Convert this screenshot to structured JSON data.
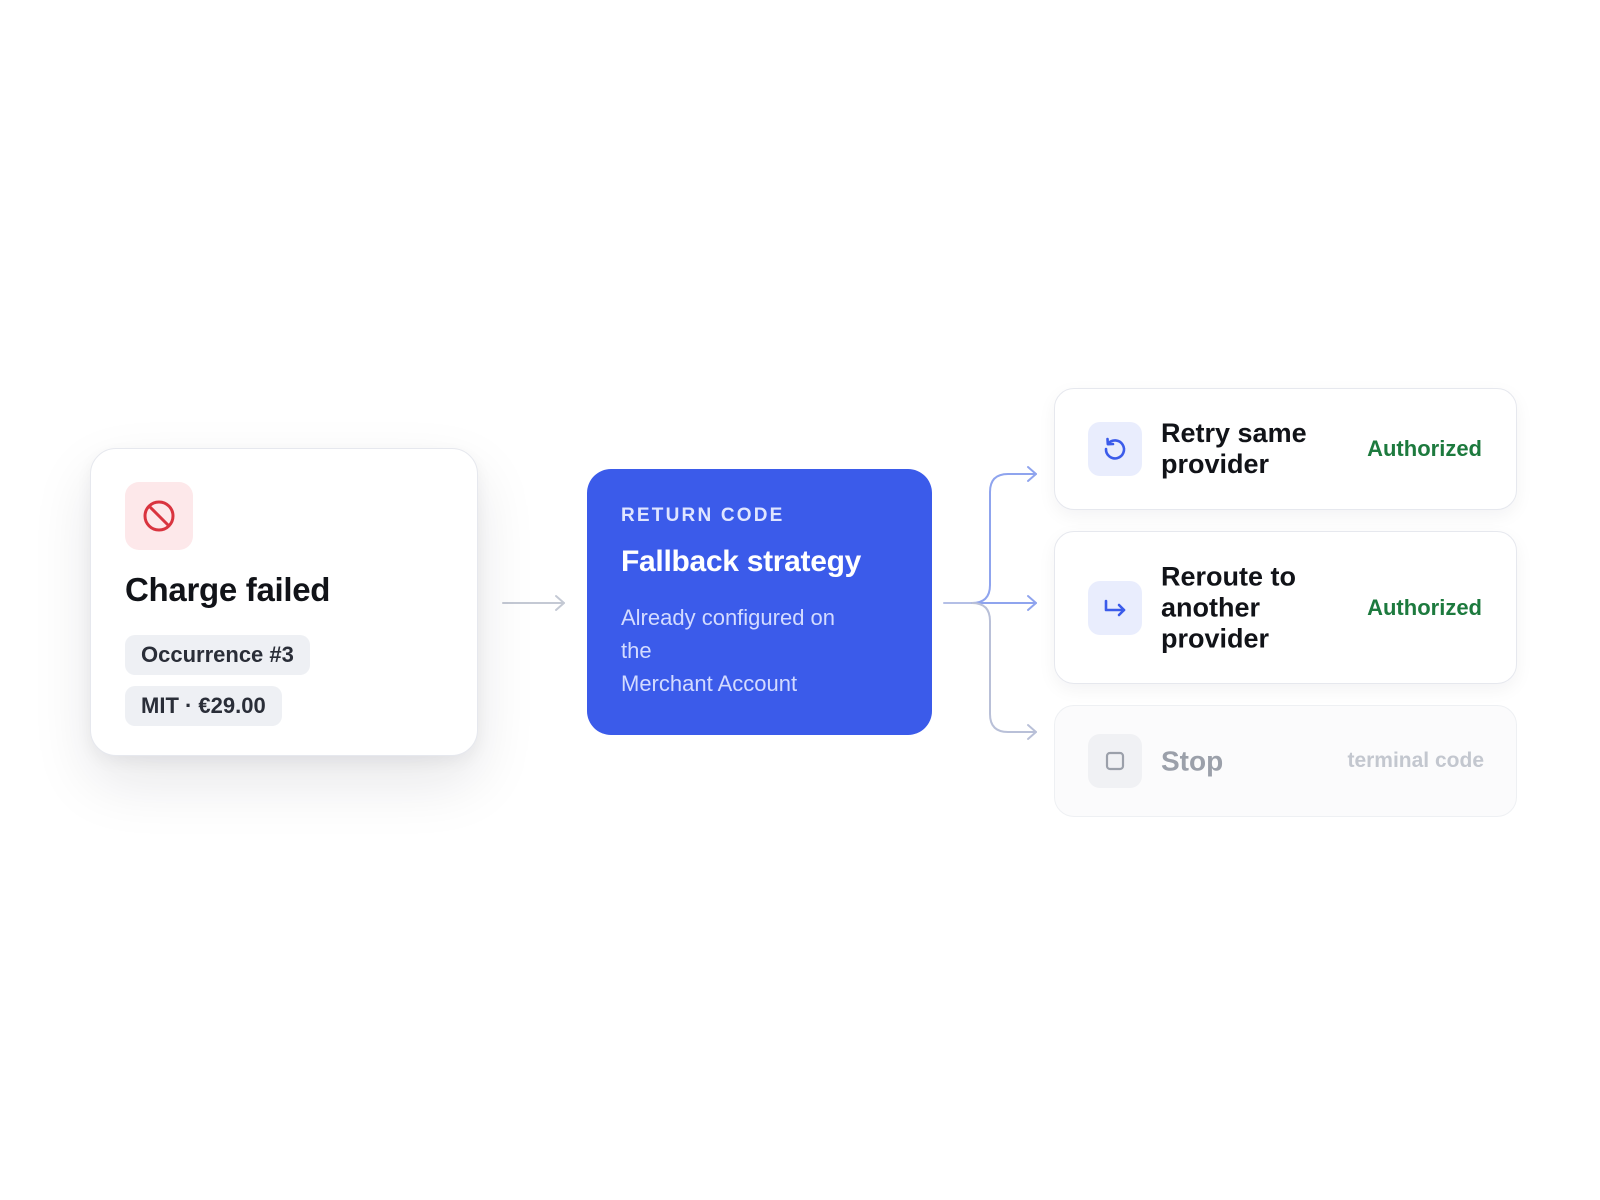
{
  "source_card": {
    "title": "Charge failed",
    "chips": [
      "Occurrence #3",
      "MIT · €29.00"
    ],
    "icon": "prohibited-icon",
    "icon_color": "#d9343f",
    "icon_bg": "#fde8ea"
  },
  "strategy": {
    "eyebrow": "RETURN CODE",
    "title": "Fallback strategy",
    "desc_lines": [
      "Already configured on",
      "the",
      "Merchant Account"
    ],
    "bg_color": "#3b5bea"
  },
  "options": [
    {
      "label_lines": [
        "Retry same",
        "provider"
      ],
      "status": "Authorized",
      "icon": "retry-icon",
      "status_color": "#1d7a3e"
    },
    {
      "label_lines": [
        "Reroute to",
        "another",
        "provider"
      ],
      "status": "Authorized",
      "icon": "reroute-icon",
      "status_color": "#1d7a3e"
    },
    {
      "label_lines": [
        "Stop"
      ],
      "status": "terminal code",
      "icon": "stop-icon",
      "status_color": "#c3c7cf"
    }
  ],
  "connector_colors": {
    "source_arrow": "#c4c9d4",
    "branch_blue": "#8fa4ee",
    "branch_gray": "#c4c9d4"
  }
}
